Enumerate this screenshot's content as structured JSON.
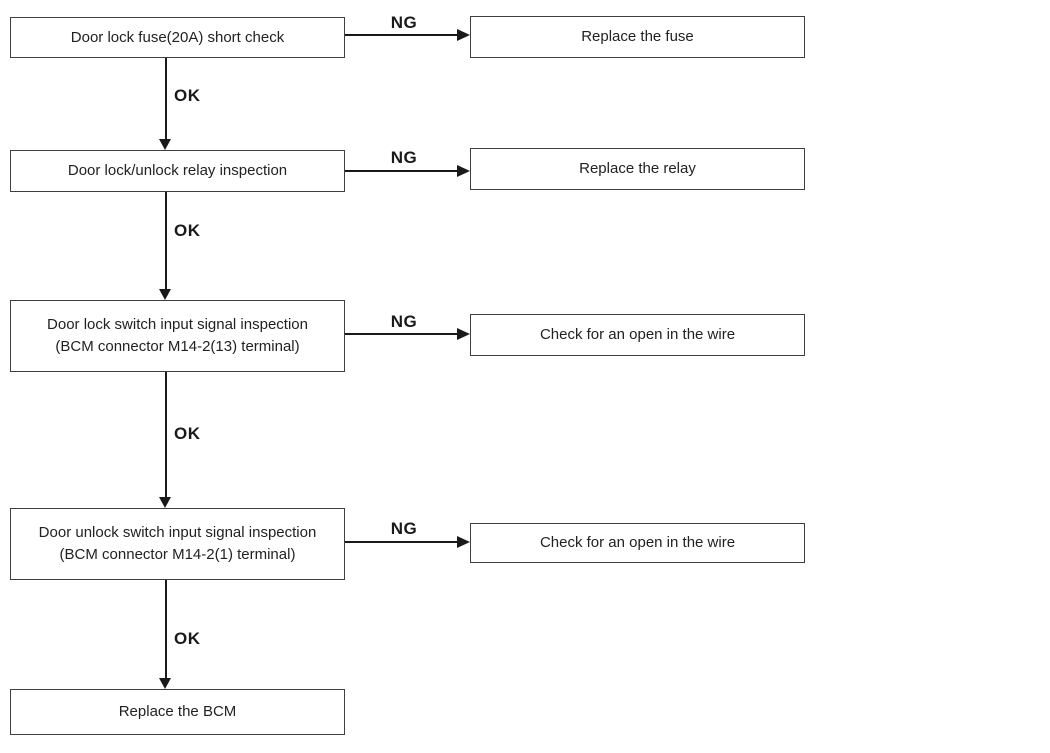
{
  "flow": {
    "steps": [
      {
        "check": "Door lock fuse(20A) short check",
        "ng_label": "NG",
        "ng_result": "Replace the fuse",
        "ok_label": "OK"
      },
      {
        "check": "Door lock/unlock relay inspection",
        "ng_label": "NG",
        "ng_result": "Replace the relay",
        "ok_label": "OK"
      },
      {
        "check": "Door lock switch input signal inspection\n(BCM connector M14-2(13) terminal)",
        "ng_label": "NG",
        "ng_result": "Check for an open in the wire",
        "ok_label": "OK"
      },
      {
        "check": "Door unlock switch input signal inspection\n(BCM connector M14-2(1) terminal)",
        "ng_label": "NG",
        "ng_result": "Check for an open in the wire",
        "ok_label": "OK"
      }
    ],
    "final_step": "Replace the BCM",
    "colors": {
      "box_border": "#3f3f3f",
      "text": "#222222",
      "line": "#1a1a1a",
      "background": "#ffffff"
    }
  }
}
